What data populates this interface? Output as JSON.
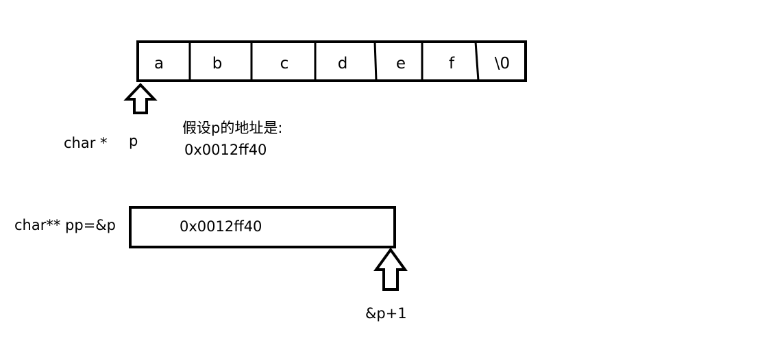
{
  "string_array": {
    "cells": [
      "a",
      "b",
      "c",
      "d",
      "e",
      "f",
      "\\0"
    ]
  },
  "pointer_p": {
    "type_label": "char *",
    "name_label": "p"
  },
  "note": {
    "line1": "假设p的地址是:",
    "line2": "0x0012ff40"
  },
  "pointer_pp": {
    "declaration": "char** pp=&p",
    "value": "0x0012ff40"
  },
  "next_pointer": {
    "label": "&p+1"
  },
  "icons": {
    "arrow_p": "up-arrow-icon",
    "arrow_next": "up-arrow-icon"
  },
  "colors": {
    "stroke": "#000000",
    "background": "#ffffff"
  }
}
